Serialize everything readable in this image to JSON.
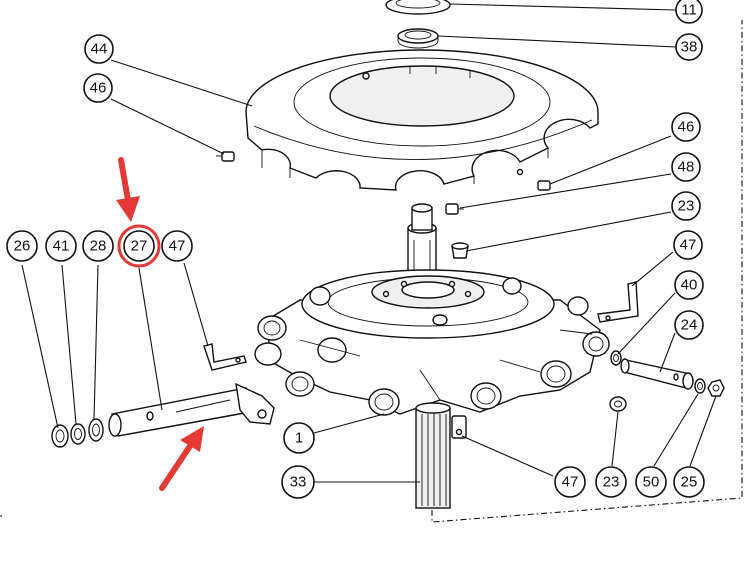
{
  "callouts": [
    {
      "id": "c11",
      "label": "11"
    },
    {
      "id": "c38",
      "label": "38"
    },
    {
      "id": "c44",
      "label": "44"
    },
    {
      "id": "c46a",
      "label": "46"
    },
    {
      "id": "c46b",
      "label": "46"
    },
    {
      "id": "c48",
      "label": "48"
    },
    {
      "id": "c23a",
      "label": "23"
    },
    {
      "id": "c47a",
      "label": "47"
    },
    {
      "id": "c40",
      "label": "40"
    },
    {
      "id": "c24",
      "label": "24"
    },
    {
      "id": "c26",
      "label": "26"
    },
    {
      "id": "c41",
      "label": "41"
    },
    {
      "id": "c28",
      "label": "28"
    },
    {
      "id": "c27",
      "label": "27"
    },
    {
      "id": "c47b",
      "label": "47"
    },
    {
      "id": "c1",
      "label": "1"
    },
    {
      "id": "c33",
      "label": "33"
    },
    {
      "id": "c47c",
      "label": "47"
    },
    {
      "id": "c23b",
      "label": "23"
    },
    {
      "id": "c50",
      "label": "50"
    },
    {
      "id": "c25",
      "label": "25"
    }
  ],
  "highlight": {
    "target_label": "27",
    "color": "#e53935"
  },
  "colors": {
    "line": "#111111",
    "background": "#ffffff",
    "annotation": "#e53935"
  }
}
